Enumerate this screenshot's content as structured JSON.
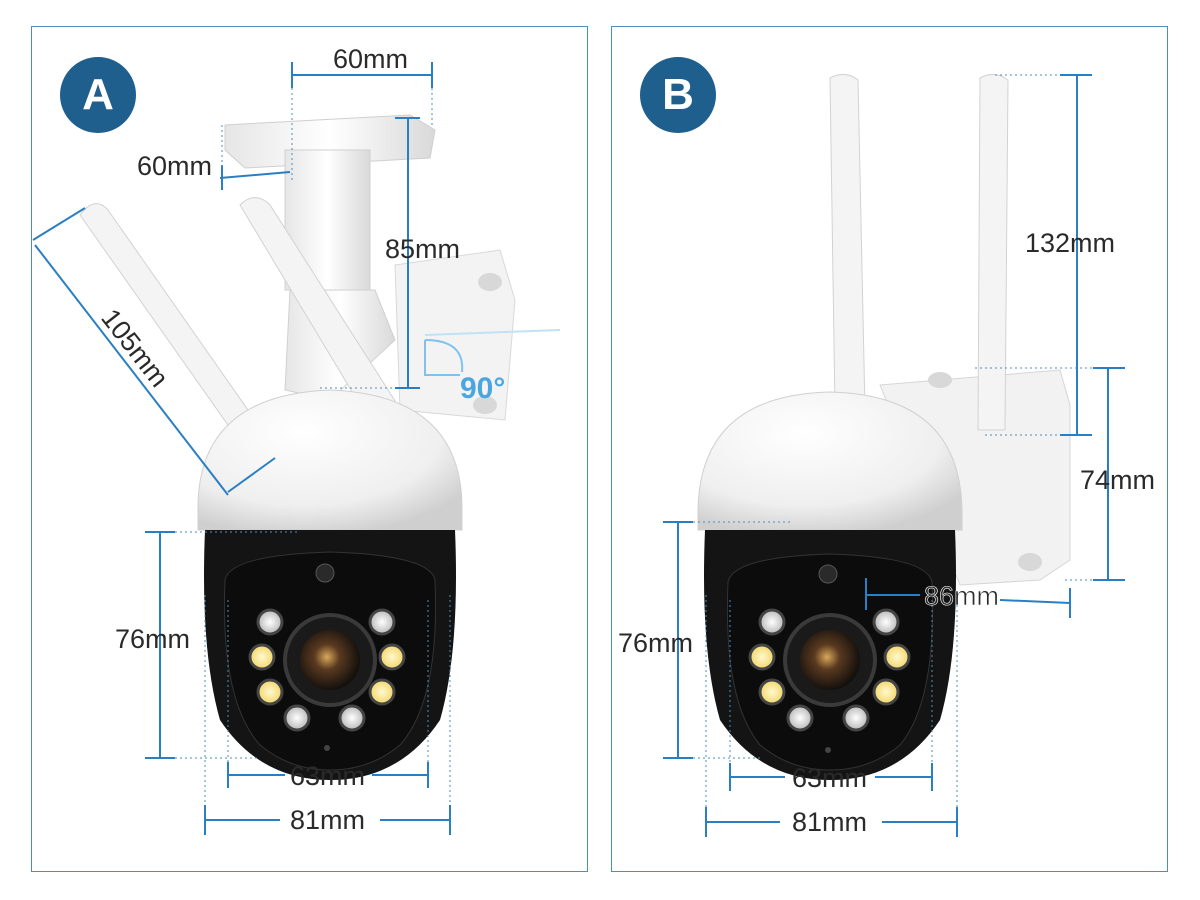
{
  "panels": [
    {
      "badge": "A",
      "dimensions": {
        "bracket_width": "60mm",
        "bracket_depth": "60mm",
        "arm_height": "85mm",
        "rotation_angle": "90°",
        "antenna_length": "105mm",
        "front_height": "76mm",
        "lens_width": "63mm",
        "body_width": "81mm"
      }
    },
    {
      "badge": "B",
      "dimensions": {
        "antenna_height": "132mm",
        "mount_height": "74mm",
        "depth": "86mm",
        "front_height": "76mm",
        "lens_width": "63mm",
        "body_width": "81mm"
      }
    }
  ],
  "colors": {
    "badge": "#1f5f8e",
    "dimension_line": "#2a7fc4",
    "angle_text": "#4aa6e0",
    "camera_body": "#f2f2f2",
    "camera_face": "#141414",
    "warm_led": "#f3d76a"
  }
}
